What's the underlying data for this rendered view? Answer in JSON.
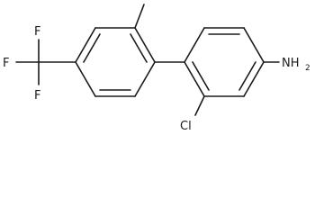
{
  "molecule": {
    "labels": {
      "fluorine_top": "F",
      "fluorine_left": "F",
      "fluorine_bottom": "F",
      "chlorine": "Cl",
      "amine_main": "NH",
      "amine_subscript": "2"
    }
  }
}
